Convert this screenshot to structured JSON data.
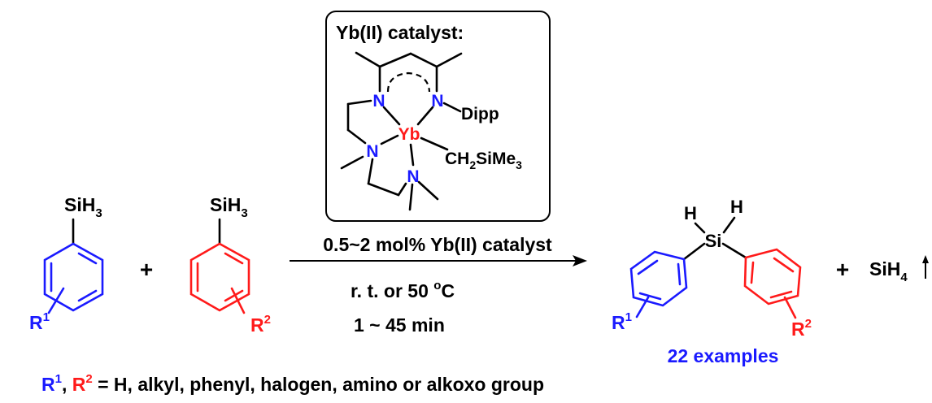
{
  "colors": {
    "black": "#000000",
    "blue": "#1a1aff",
    "red": "#ff1a1a"
  },
  "catalyst_box": {
    "title": "Yb(II) catalyst:",
    "metal": "Yb",
    "n": "N",
    "dipp": "Dipp",
    "alkyl": {
      "main": "CH",
      "sub1": "2",
      "mid": "SiMe",
      "sub2": "3"
    }
  },
  "reactant1": {
    "group": "SiH",
    "sub": "3",
    "r": "R",
    "r_sup": "1"
  },
  "plus1": "+",
  "reactant2": {
    "group": "SiH",
    "sub": "3",
    "r": "R",
    "r_sup": "2"
  },
  "conditions": {
    "above": "0.5~2 mol% Yb(II) catalyst",
    "temp_main": "r. t. or 50 ",
    "temp_sup": "o",
    "temp_unit": "C",
    "time": "1 ~ 45 min"
  },
  "product": {
    "h": "H",
    "si": "Si",
    "r1": "R",
    "r1_sup": "1",
    "r2": "R",
    "r2_sup": "2",
    "examples": "22 examples"
  },
  "plus2": "+",
  "byproduct": {
    "main": "SiH",
    "sub": "4"
  },
  "footnote": {
    "r1": "R",
    "r1_sup": "1",
    "comma": ", ",
    "r2": "R",
    "r2_sup": "2",
    "rest": " = H, alkyl, phenyl, halogen, amino or alkoxo group"
  }
}
